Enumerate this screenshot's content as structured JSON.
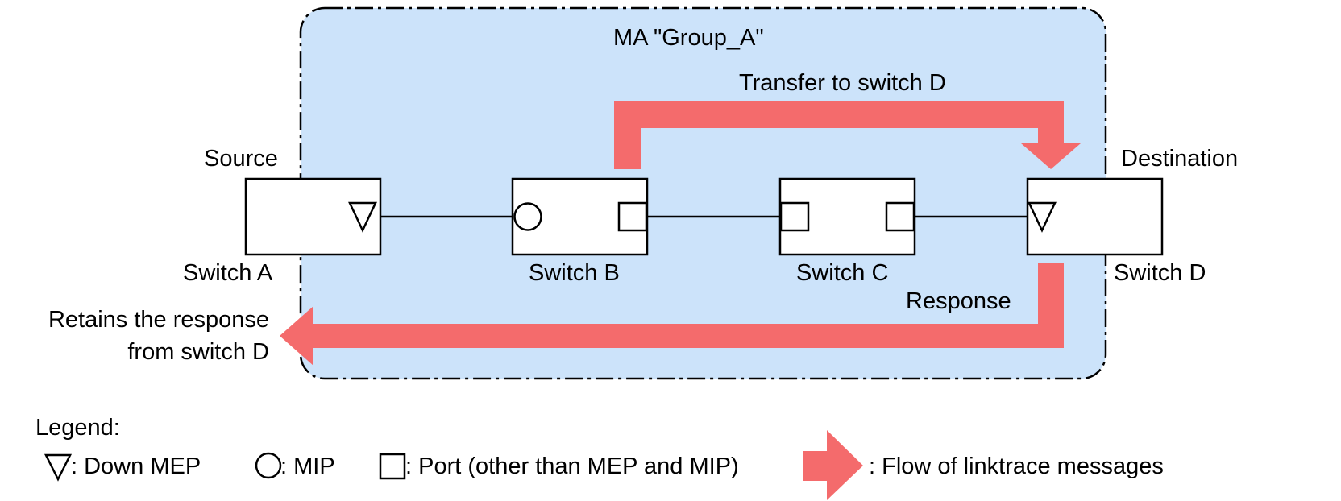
{
  "colors": {
    "ma_fill": "#cce3fa",
    "arrow": "#f46b6c",
    "line": "#000000",
    "box_fill": "#ffffff"
  },
  "ma": {
    "title": "MA \"Group_A\""
  },
  "switches": [
    {
      "label": "Switch A",
      "role": "Source"
    },
    {
      "label": "Switch B"
    },
    {
      "label": "Switch C"
    },
    {
      "label": "Switch D",
      "role": "Destination"
    }
  ],
  "flows": {
    "transfer_label": "Transfer to switch D",
    "response_label": "Response",
    "retain_line1": "Retains the response",
    "retain_line2": "from switch D"
  },
  "legend": {
    "title": "Legend:",
    "items": [
      {
        "icon": "down-mep-icon",
        "label": ": Down MEP"
      },
      {
        "icon": "mip-icon",
        "label": ": MIP"
      },
      {
        "icon": "port-icon",
        "label": ": Port (other than MEP and MIP)"
      },
      {
        "icon": "flow-arrow-icon",
        "label": ": Flow of linktrace messages"
      }
    ]
  }
}
